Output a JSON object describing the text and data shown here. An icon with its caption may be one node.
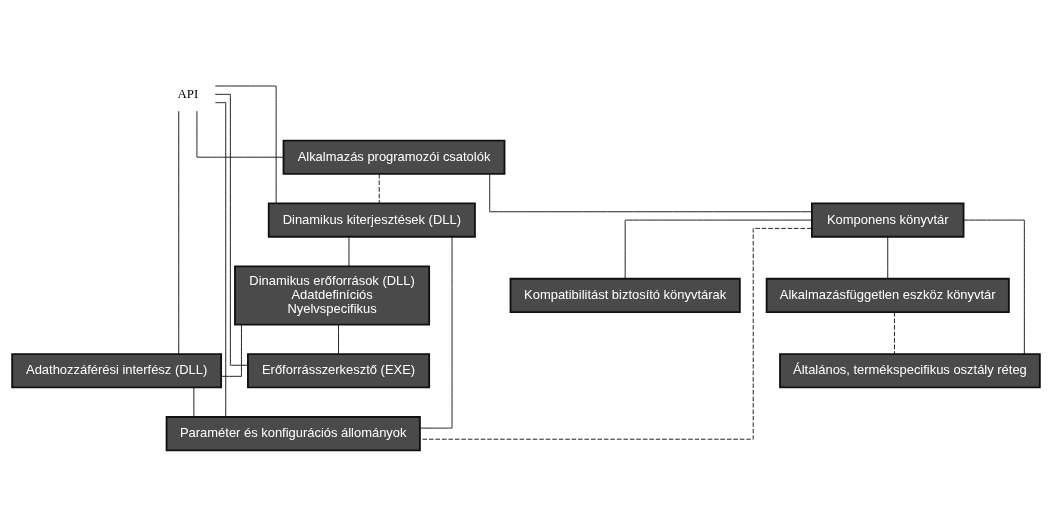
{
  "diagram": {
    "nodes": [
      {
        "text": [
          "API"
        ]
      },
      {
        "text": [
          "Alkalmazás programozói csatolók"
        ]
      },
      {
        "text": [
          "Dinamikus kiterjesztések (DLL)"
        ]
      },
      {
        "text": [
          "Komponens könyvtár"
        ]
      },
      {
        "text": [
          "Dinamikus erőforrások (DLL)",
          "Adatdefiníciós",
          "Nyelvspecifikus"
        ]
      },
      {
        "text": [
          "Alkalmazásfüggetlen eszköz könyvtár"
        ]
      },
      {
        "text": [
          "Adathozzáférési interfész (DLL)"
        ]
      },
      {
        "text": [
          "Általános, termékspecifikus osztály réteg"
        ]
      },
      {
        "text": [
          "Paraméter és konfigurációs állományok"
        ]
      },
      {
        "text": [
          "Kompatibilitást biztosító könyvtárak"
        ]
      },
      {
        "text": [
          "Erőforrásszerkesztő (EXE)"
        ]
      }
    ],
    "edges": [
      {
        "from": 0,
        "to": 1,
        "arrow": "none"
      },
      {
        "from": 0,
        "to": 2,
        "arrow": "none"
      },
      {
        "from": 0,
        "to": 6,
        "arrow": "none"
      },
      {
        "from": 0,
        "to": 8,
        "arrow": "none"
      },
      {
        "from": 0,
        "to": 10,
        "arrow": "none"
      },
      {
        "from": 1,
        "to": 2,
        "arrow": "none",
        "style": "dashed"
      },
      {
        "from": 1,
        "to": 3,
        "arrow": "none"
      },
      {
        "from": 2,
        "to": 4,
        "arrow": "none"
      },
      {
        "from": 3,
        "to": 5,
        "arrow": "none"
      },
      {
        "from": 3,
        "to": 7,
        "arrow": "none"
      },
      {
        "from": 3,
        "to": 9,
        "arrow": "none"
      },
      {
        "from": 3,
        "to": 8,
        "arrow": "none",
        "style": "dashed"
      },
      {
        "from": 5,
        "to": 7,
        "arrow": "none",
        "style": "dashed"
      },
      {
        "from": 4,
        "to": 6,
        "arrow": "none"
      },
      {
        "from": 4,
        "to": 10,
        "arrow": "none"
      },
      {
        "from": 2,
        "to": 8,
        "arrow": "none"
      },
      {
        "from": 6,
        "to": 8,
        "arrow": "none"
      }
    ]
  }
}
